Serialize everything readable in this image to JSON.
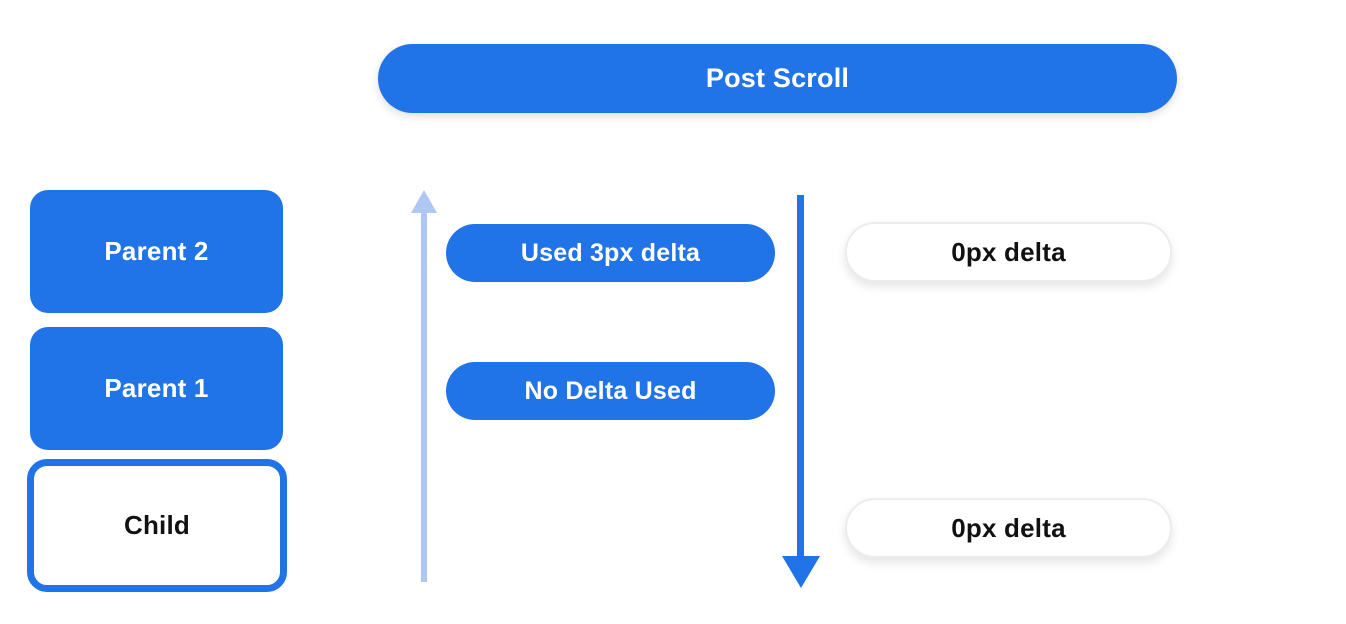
{
  "title": {
    "label": "Post Scroll"
  },
  "scroller_stack": {
    "parent2_label": "Parent 2",
    "parent1_label": "Parent 1",
    "child_label": "Child"
  },
  "delta_labels": {
    "parent2_used": "Used 3px delta",
    "parent1_used": "No Delta Used",
    "remaining_top": "0px delta",
    "remaining_bottom": "0px delta"
  },
  "icons": {
    "up_arrow": "scroll-chain-up-arrow",
    "down_arrow": "scroll-down-arrow"
  },
  "colors": {
    "blue": "#2173e8",
    "light_blue": "#afc8f3",
    "white": "#ffffff",
    "pill_border": "#ececec",
    "text_on_blue": "#ffffff",
    "text_dark": "#111111"
  }
}
